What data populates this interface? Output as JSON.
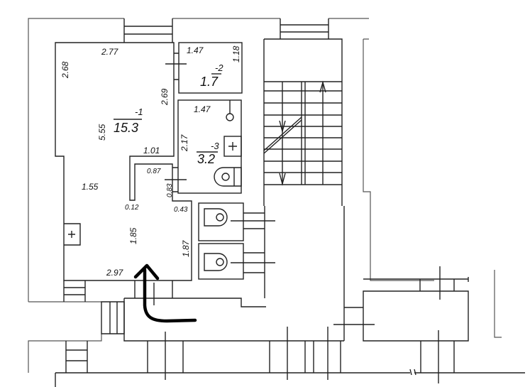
{
  "rooms": [
    {
      "number": "-1",
      "area": "15.3"
    },
    {
      "number": "-2",
      "area": "1.7"
    },
    {
      "number": "-3",
      "area": "3.2"
    }
  ],
  "dimensions": {
    "room1_top": "2.77",
    "room1_left": "2.68",
    "room1_right": "2.69",
    "room1_height": "5.55",
    "room1_step": "1.01",
    "room1_lower_left": "1.55",
    "room1_partition": "0.12",
    "room1_lower_height": "1.85",
    "room1_lower_right": "1.87",
    "room1_bottom": "2.97",
    "room1_corner": "0.43",
    "niche_width": "0.87",
    "niche_depth": "0.83",
    "room2_width": "1.47",
    "room2_height": "1.18",
    "room3_width": "1.47",
    "room3_height": "2.17"
  },
  "annotation": {
    "type": "hand-drawn-arrow",
    "color": "#000000"
  }
}
